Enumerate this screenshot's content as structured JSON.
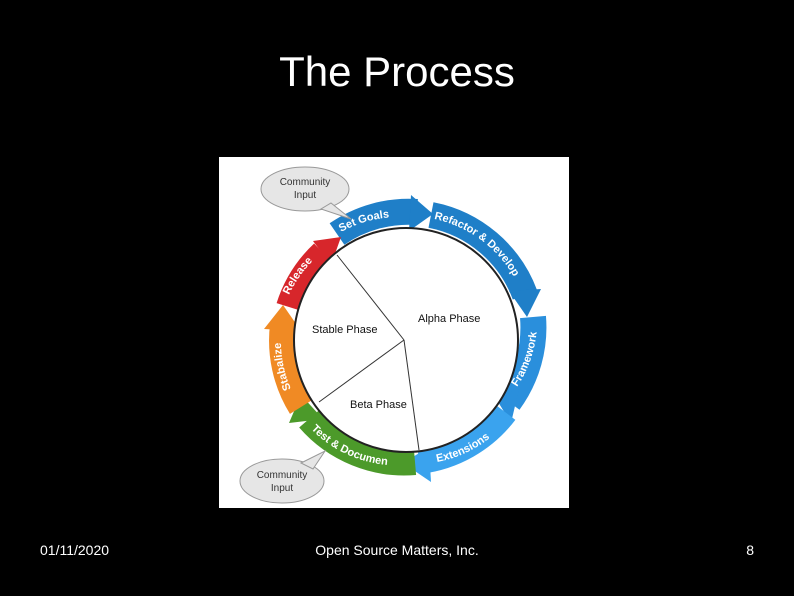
{
  "slide": {
    "title": "The Process",
    "footer_date": "01/11/2020",
    "footer_org": "Open Source Matters, Inc.",
    "page_number": "8"
  },
  "diagram": {
    "bubbles": [
      {
        "line1": "Community",
        "line2": "Input"
      },
      {
        "line1": "Community",
        "line2": "Input"
      }
    ],
    "cycle_steps": [
      {
        "label": "Set Goals",
        "color": "#1f7fc8"
      },
      {
        "label": "Refactor & Develop",
        "color": "#1f7fc8"
      },
      {
        "label": "Framework",
        "color": "#2a8fdc"
      },
      {
        "label": "Extensions",
        "color": "#3aa3ee"
      },
      {
        "label": "Test & Document",
        "color": "#4c9a2a"
      },
      {
        "label": "Stabalize",
        "color": "#f08a24"
      },
      {
        "label": "Release",
        "color": "#d7262b"
      }
    ],
    "phases": [
      {
        "label": "Alpha Phase"
      },
      {
        "label": "Stable Phase"
      },
      {
        "label": "Beta Phase"
      }
    ]
  }
}
